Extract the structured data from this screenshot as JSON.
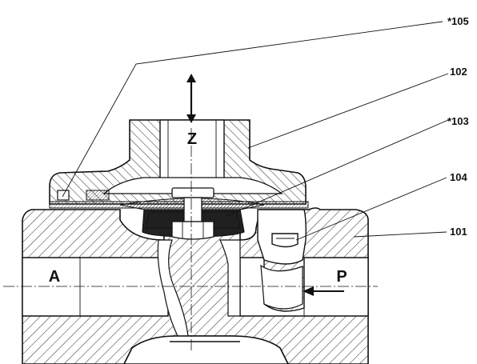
{
  "callouts": {
    "c105": "*105",
    "c102": "102",
    "c103": "*103",
    "c104": "104",
    "c101": "101"
  },
  "ports": {
    "a": "A",
    "p": "P",
    "z": "Z"
  }
}
